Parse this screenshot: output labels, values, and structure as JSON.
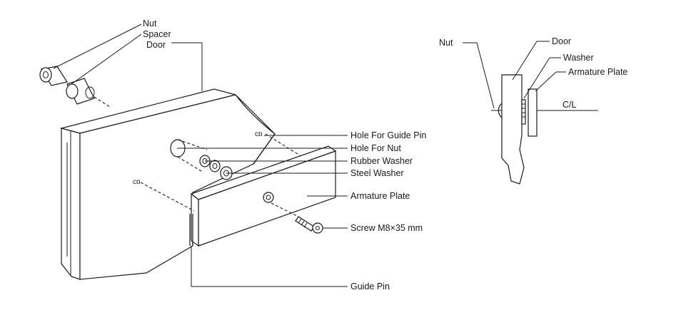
{
  "labels": {
    "nut": "Nut",
    "spacer": "Spacer",
    "door": "Door",
    "hole_guide_pin": "Hole For Guide Pin",
    "hole_nut": "Hole For Nut",
    "rubber_washer": "Rubber Washer",
    "steel_washer": "Steel Washer",
    "armature_plate": "Armature Plate",
    "screw": "Screw M8×35 mm",
    "guide_pin": "Guide Pin"
  },
  "side_view": {
    "nut": "Nut",
    "door": "Door",
    "washer": "Washer",
    "armature_plate": "Armature Plate",
    "centerline": "C/L"
  }
}
